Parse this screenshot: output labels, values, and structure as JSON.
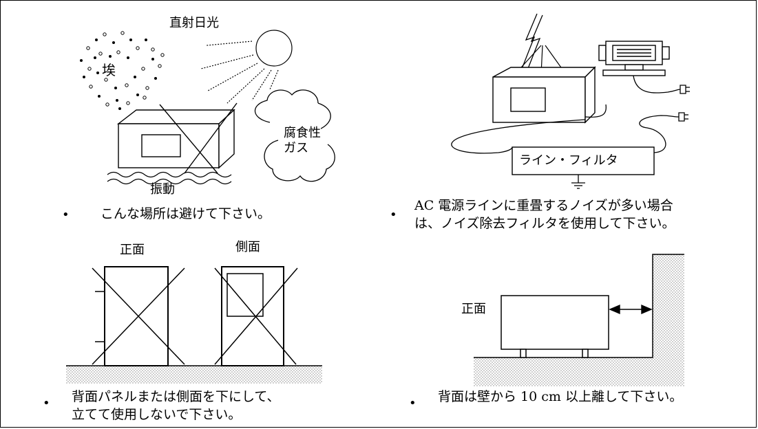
{
  "panel_env": {
    "labels": {
      "dust": "埃",
      "sunlight": "直射日光",
      "gas_line1": "腐食性",
      "gas_line2": "ガス",
      "vibration": "振動"
    },
    "caption": "こんな場所は避けて下さい。"
  },
  "panel_noise": {
    "filter_label": "ライン・フィルタ",
    "caption_line1": "AC 電源ラインに重畳するノイズが多い場合",
    "caption_line2": "は、ノイズ除去フィルタを使用して下さい。"
  },
  "panel_orientation": {
    "label_front": "正面",
    "label_side": "側面",
    "caption_line1": "背面パネルまたは側面を下にして、",
    "caption_line2": "立てて使用しないで下さい。"
  },
  "panel_wall": {
    "label_front": "正面",
    "caption": "背面は壁から 10 cm 以上離して下さい。"
  },
  "bullet": "•"
}
